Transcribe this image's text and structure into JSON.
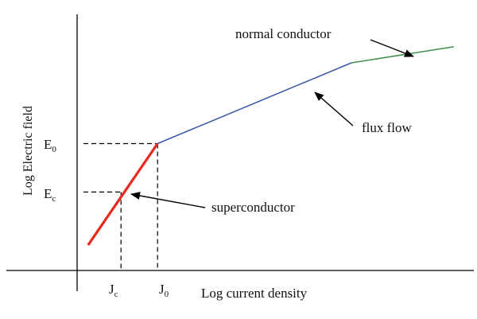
{
  "chart_data": {
    "type": "line",
    "title": "",
    "xlabel": "Log current density",
    "ylabel": "Log Electric field",
    "xlim": [
      0,
      10.5
    ],
    "ylim": [
      0,
      10
    ],
    "grid": false,
    "x_marks": [
      {
        "base": "J",
        "sub": "c",
        "value": 1.2
      },
      {
        "base": "J",
        "sub": "0",
        "value": 2.2
      }
    ],
    "y_marks": [
      {
        "base": "E",
        "sub": "0",
        "value": 5.5
      },
      {
        "base": "E",
        "sub": "c",
        "value": 3.4
      }
    ],
    "series": [
      {
        "name": "superconductor",
        "color": "#e8281e",
        "points": [
          [
            0.3,
            1.1
          ],
          [
            2.2,
            5.5
          ]
        ]
      },
      {
        "name": "flux flow",
        "color": "#3b57a8",
        "points": [
          [
            2.2,
            5.5
          ],
          [
            7.5,
            9.0
          ]
        ]
      },
      {
        "name": "normal conductor",
        "color": "#3f8f4f",
        "points": [
          [
            7.5,
            9.0
          ],
          [
            10.3,
            9.7
          ]
        ]
      }
    ],
    "annotations": [
      {
        "text": "normal conductor",
        "series": 2
      },
      {
        "text": "flux flow",
        "series": 1
      },
      {
        "text": "superconductor",
        "series": 0
      }
    ]
  }
}
